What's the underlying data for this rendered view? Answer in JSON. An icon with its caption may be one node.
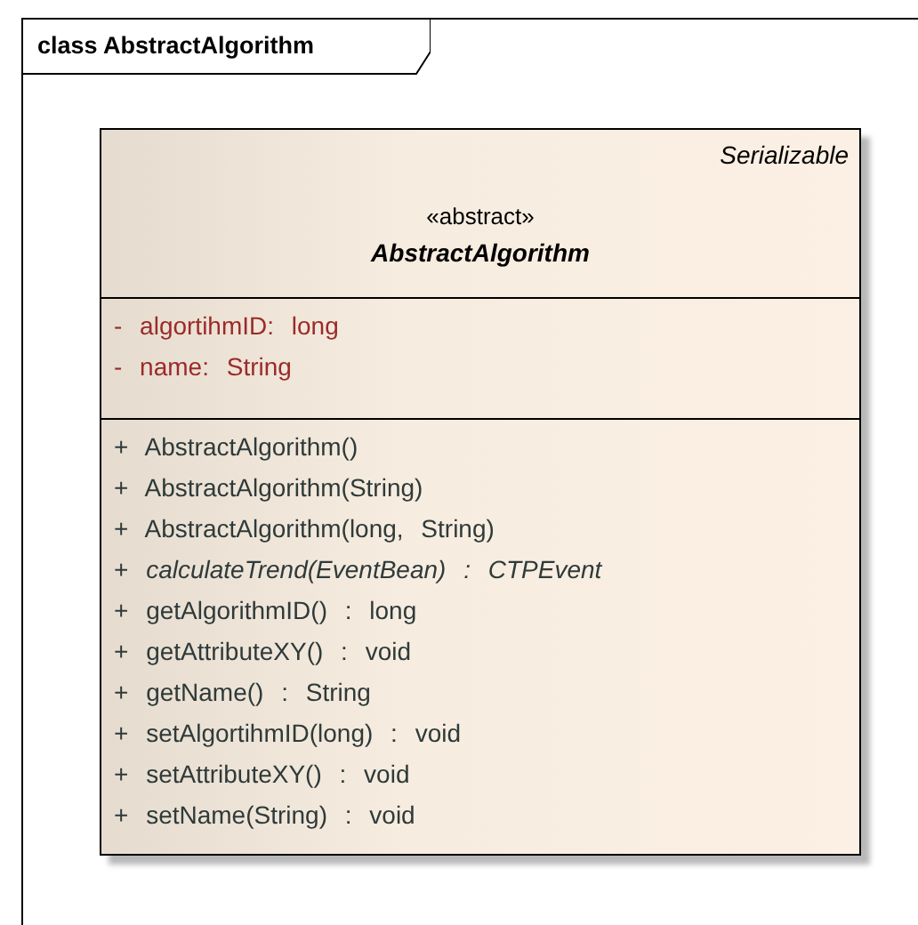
{
  "diagram": {
    "nodes": [
      {
        "text": [
          "class AbstractAlgorithm"
        ]
      },
      {
        "text": [
          "Serializable",
          "«abstract»",
          "AbstractAlgorithm"
        ],
        "in": 0
      },
      {
        "text": [
          "- algortihmID: long",
          "- name: String"
        ],
        "in": 1
      },
      {
        "text": [
          "+ AbstractAlgorithm()",
          "+ AbstractAlgorithm(String)",
          "+ AbstractAlgorithm(long, String)",
          "+ *calculateTrend(EventBean) : CTPEvent*",
          "+ getAlgorithmID() : long",
          "+ getAttributeXY() : void",
          "+ getName() : String",
          "+ setAlgortihmID(long) : void",
          "+ setAttributeXY() : void",
          "+ setName(String) : void"
        ],
        "in": 1
      }
    ]
  }
}
